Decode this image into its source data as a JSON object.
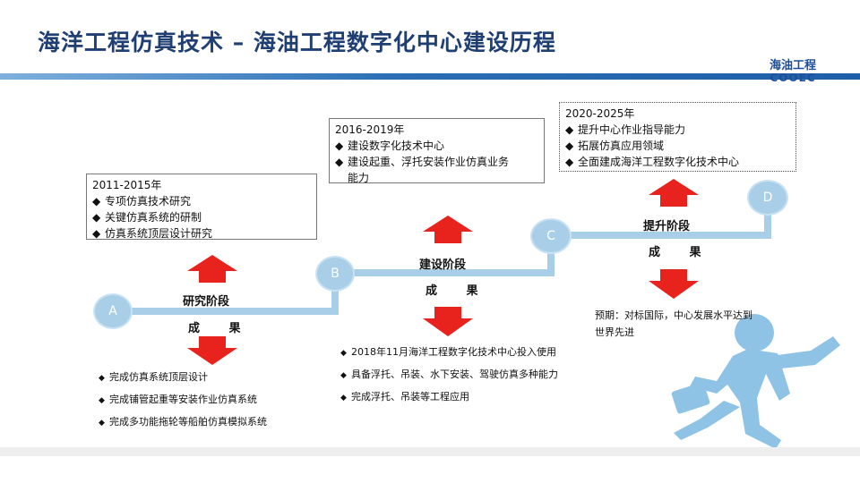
{
  "header": {
    "title": "海洋工程仿真技术 – 海油工程数字化中心建设历程"
  },
  "logo": {
    "cn": "海油工程",
    "en": "COOEC"
  },
  "colors": {
    "accent": "#1f3f73",
    "arrow": "#e8231e",
    "line": "#a9cfe8"
  },
  "milestones": [
    {
      "letter": "A"
    },
    {
      "letter": "B"
    },
    {
      "letter": "C"
    },
    {
      "letter": "D"
    }
  ],
  "stages": [
    {
      "name": "研究阶段",
      "result": "成 果",
      "period": {
        "years": "2011-2015年",
        "items": [
          "专项仿真技术研究",
          "关键仿真系统的研制",
          "仿真系统顶层设计研究"
        ]
      },
      "outcomes": [
        "完成仿真系统顶层设计",
        "完成铺管起重等安装作业仿真系统",
        "完成多功能拖轮等船舶仿真模拟系统"
      ]
    },
    {
      "name": "建设阶段",
      "result": "成 果",
      "period": {
        "years": "2016-2019年",
        "items": [
          "建设数字化技术中心",
          "建设起重、浮托安装作业仿真业务",
          "能力"
        ]
      },
      "outcomes": [
        "2018年11月海洋工程数字化技术中心投入使用",
        "具备浮托、吊装、水下安装、驾驶仿真多种能力",
        "完成浮托、吊装等工程应用"
      ]
    },
    {
      "name": "提升阶段",
      "result": "成 果",
      "period": {
        "years": "2020-2025年",
        "items": [
          "提升中心作业指导能力",
          "拓展仿真应用领域",
          "全面建成海洋工程数字化技术中心"
        ]
      },
      "outcomes": [
        "预期：对标国际，中心发展水平达到",
        "世界先进"
      ]
    }
  ],
  "icons": {
    "bullet": "◆",
    "arrow_up": "arrow-up-icon",
    "arrow_down": "arrow-down-icon",
    "runner": "runner-illustration"
  }
}
